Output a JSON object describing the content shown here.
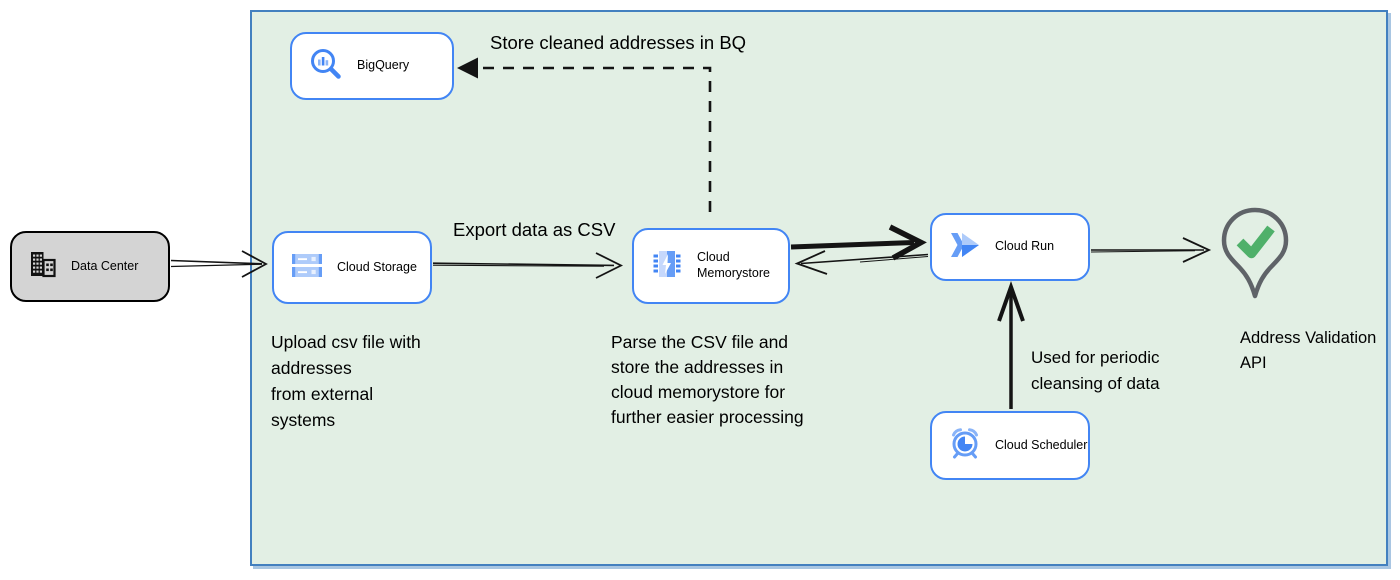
{
  "diagram": {
    "nodes": {
      "data_center": {
        "label": "Data Center"
      },
      "bigquery": {
        "label": "BigQuery"
      },
      "cloud_storage": {
        "label": "Cloud Storage"
      },
      "cloud_memorystore": {
        "label": "Cloud\nMemorystore"
      },
      "cloud_run": {
        "label": "Cloud Run"
      },
      "cloud_scheduler": {
        "label": "Cloud Scheduler"
      },
      "address_validation_api": {
        "label": "Address Validation\nAPI"
      }
    },
    "annotations": {
      "store_bq": "Store cleaned addresses in BQ",
      "export_csv": "Export data as CSV",
      "upload_note": "Upload csv file with\naddresses\nfrom external\nsystems",
      "parse_note": "Parse the CSV file and\nstore the addresses in\ncloud  memorystore for\nfurther easier processing",
      "scheduler_note": "Used for periodic\ncleansing of data"
    },
    "icons": {
      "data_center": "building-icon",
      "bigquery": "bigquery-magnifier-chart-icon",
      "cloud_storage": "storage-buckets-icon",
      "cloud_memorystore": "memorystore-chip-bolt-icon",
      "cloud_run": "cloud-run-chevron-icon",
      "cloud_scheduler": "scheduler-alarm-clock-icon",
      "address_validation_api": "location-pin-checkmark-icon"
    },
    "colors": {
      "container_fill": "#e2efe4",
      "container_border": "#4380bf",
      "node_border": "#4285f4",
      "node_fill": "#ffffff",
      "data_center_fill": "#d4d4d4",
      "data_center_border": "#000000",
      "icon_blue": "#4285f4",
      "icon_mid_blue": "#669df6",
      "icon_light_blue": "#aecbfa",
      "pin_outline": "#5f6368",
      "check_green": "#4fb06a",
      "arrow_color": "#141414"
    }
  }
}
